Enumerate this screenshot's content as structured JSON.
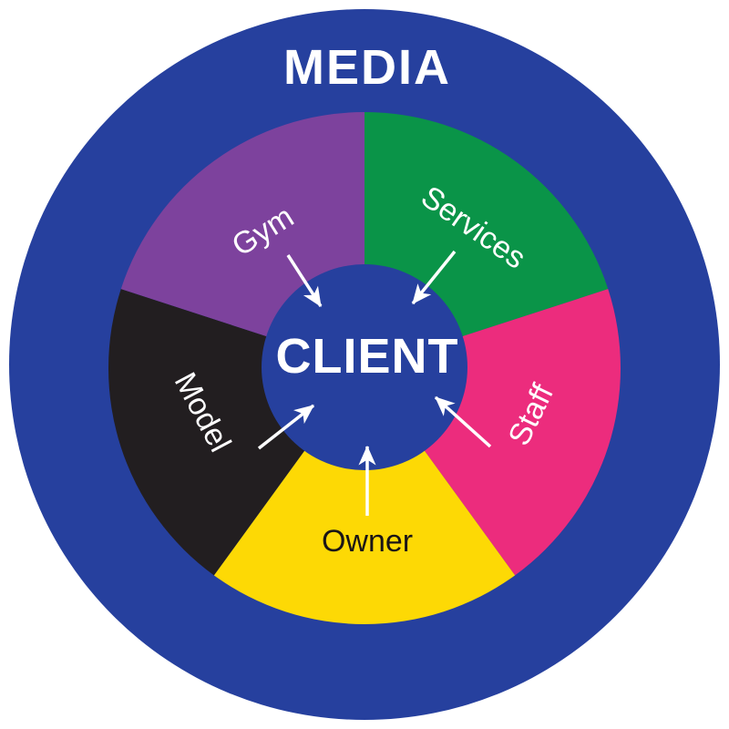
{
  "title": {
    "outer_ring_label": "MEDIA",
    "center_label": "CLIENT"
  },
  "colors": {
    "background": "#ffffff",
    "ring_blue": "#26409e",
    "center_blue": "#26409e",
    "arrow_white": "#ffffff",
    "white_text": "#ffffff",
    "dark_text": "#1a1516"
  },
  "segments": [
    {
      "label": "Services",
      "color": "#0a9448",
      "label_color": "#ffffff"
    },
    {
      "label": "Staff",
      "color": "#ec2c7d",
      "label_color": "#ffffff"
    },
    {
      "label": "Owner",
      "color": "#fdd905",
      "label_color": "#1a1516"
    },
    {
      "label": "Model",
      "color": "#221e20",
      "label_color": "#ffffff"
    },
    {
      "label": "Gym",
      "color": "#7d429d",
      "label_color": "#ffffff"
    }
  ],
  "chart_data": {
    "type": "pie",
    "title": "MEDIA",
    "center": "CLIENT",
    "categories": [
      "Services",
      "Staff",
      "Owner",
      "Model",
      "Gym"
    ],
    "values": [
      72,
      72,
      72,
      72,
      72
    ],
    "note_arrows": [
      "Services -> CLIENT",
      "Staff -> CLIENT",
      "Owner -> CLIENT",
      "Model -> CLIENT",
      "Gym -> CLIENT"
    ]
  }
}
